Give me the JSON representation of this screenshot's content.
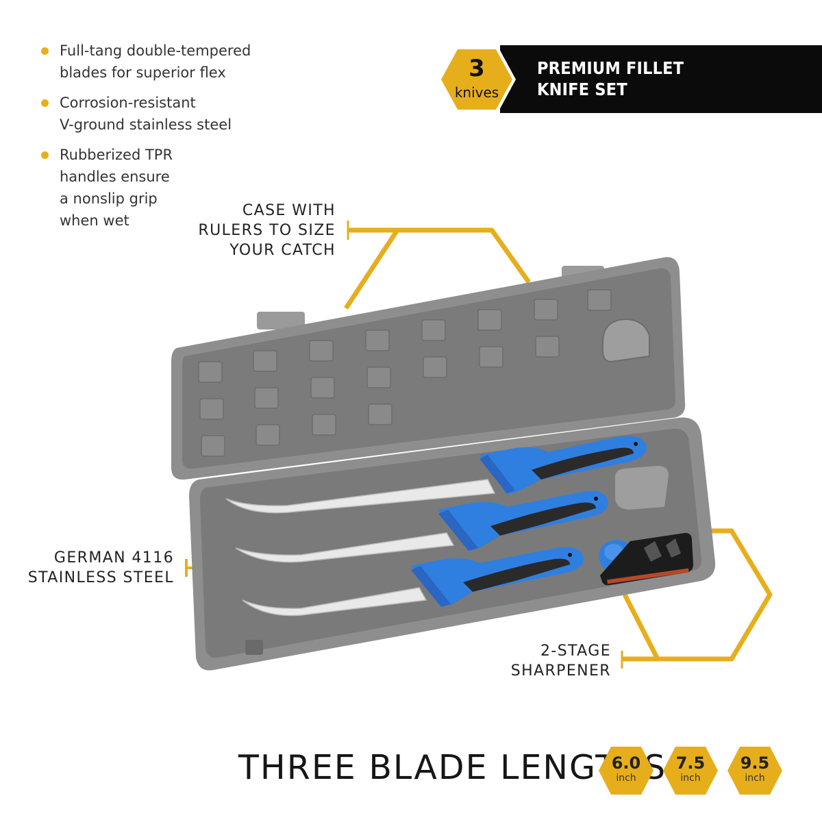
{
  "features": [
    {
      "lines": [
        "Full-tang double-tempered",
        "blades for superior flex"
      ]
    },
    {
      "lines": [
        "Corrosion-resistant",
        "V-ground stainless steel"
      ]
    },
    {
      "lines": [
        "Rubberized TPR",
        "handles ensure",
        "a nonslip grip",
        "when wet"
      ]
    }
  ],
  "badge": {
    "number": "3",
    "unit": "knives"
  },
  "banner": {
    "line1": "PREMIUM FILLET",
    "line2": "KNIFE SET"
  },
  "callouts": {
    "case": [
      "CASE WITH",
      "RULERS TO SIZE",
      "YOUR CATCH"
    ],
    "steel": [
      "GERMAN 4116",
      "STAINLESS STEEL"
    ],
    "sharpener": [
      "2-STAGE",
      "SHARPENER"
    ]
  },
  "lengths": {
    "title": "THREE BLADE LENGTHS",
    "items": [
      {
        "value": "6.0",
        "unit": "inch"
      },
      {
        "value": "7.5",
        "unit": "inch"
      },
      {
        "value": "9.5",
        "unit": "inch"
      }
    ]
  },
  "colors": {
    "accent": "#e7ae1c",
    "banner": "#0b0b0b",
    "case": "#8e8e8e",
    "handle_blue": "#2f7fe0"
  }
}
